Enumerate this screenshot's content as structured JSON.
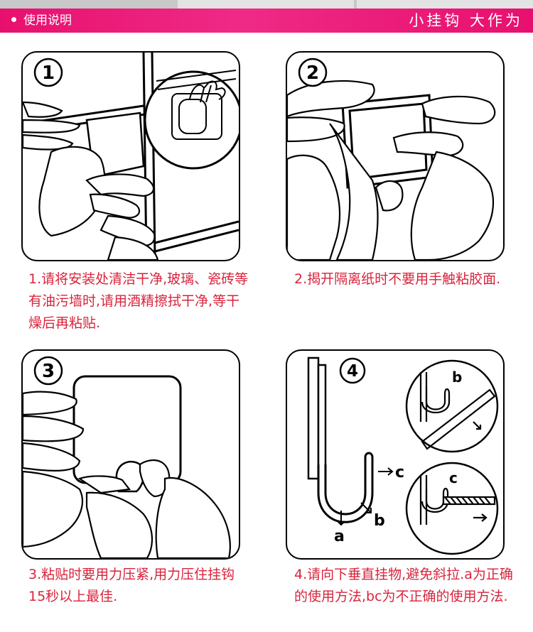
{
  "banner": {
    "section_label": "使用说明",
    "slogan": "小挂钩 大作为",
    "color": "#e8106e"
  },
  "accent_text_color": "#d8243c",
  "steps": [
    {
      "number": "1",
      "caption": "1.请将安装处清洁干净,玻璃、瓷砖等有油污墙时,请用酒精擦拭干净,等干燥后再粘贴."
    },
    {
      "number": "2",
      "caption": "2.揭开隔离纸时不要用手触粘胶面."
    },
    {
      "number": "3",
      "caption": "3.粘贴时要用力压紧,用力压住挂钩15秒以上最佳."
    },
    {
      "number": "4",
      "caption": "4.请向下垂直挂物,避免斜拉.a为正确的使用方法,bc为不正确的使用方法.",
      "labels": {
        "a": "a",
        "b": "b",
        "c": "c",
        "inset_b": "b",
        "inset_c": "c"
      }
    }
  ]
}
